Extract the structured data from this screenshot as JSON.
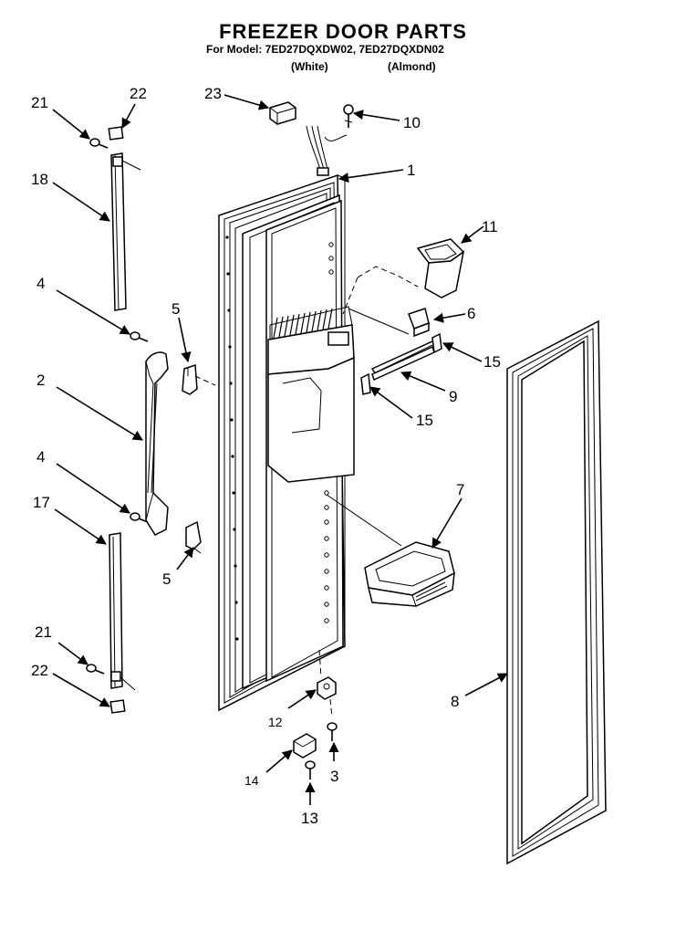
{
  "header": {
    "title": "FREEZER DOOR PARTS",
    "model_line": "For Model: 7ED27DQXDW02, 7ED27DQXDN02",
    "variant_white": "(White)",
    "variant_almond": "(Almond)"
  },
  "callouts": {
    "c1": "1",
    "c2": "2",
    "c3": "3",
    "c4a": "4",
    "c4b": "4",
    "c5a": "5",
    "c5b": "5",
    "c6": "6",
    "c7": "7",
    "c8": "8",
    "c9": "9",
    "c10": "10",
    "c11": "11",
    "c12": "12",
    "c13": "13",
    "c14": "14",
    "c15a": "15",
    "c15b": "15",
    "c17": "17",
    "c18": "18",
    "c21a": "21",
    "c21b": "21",
    "c22a": "22",
    "c22b": "22",
    "c23": "23"
  }
}
